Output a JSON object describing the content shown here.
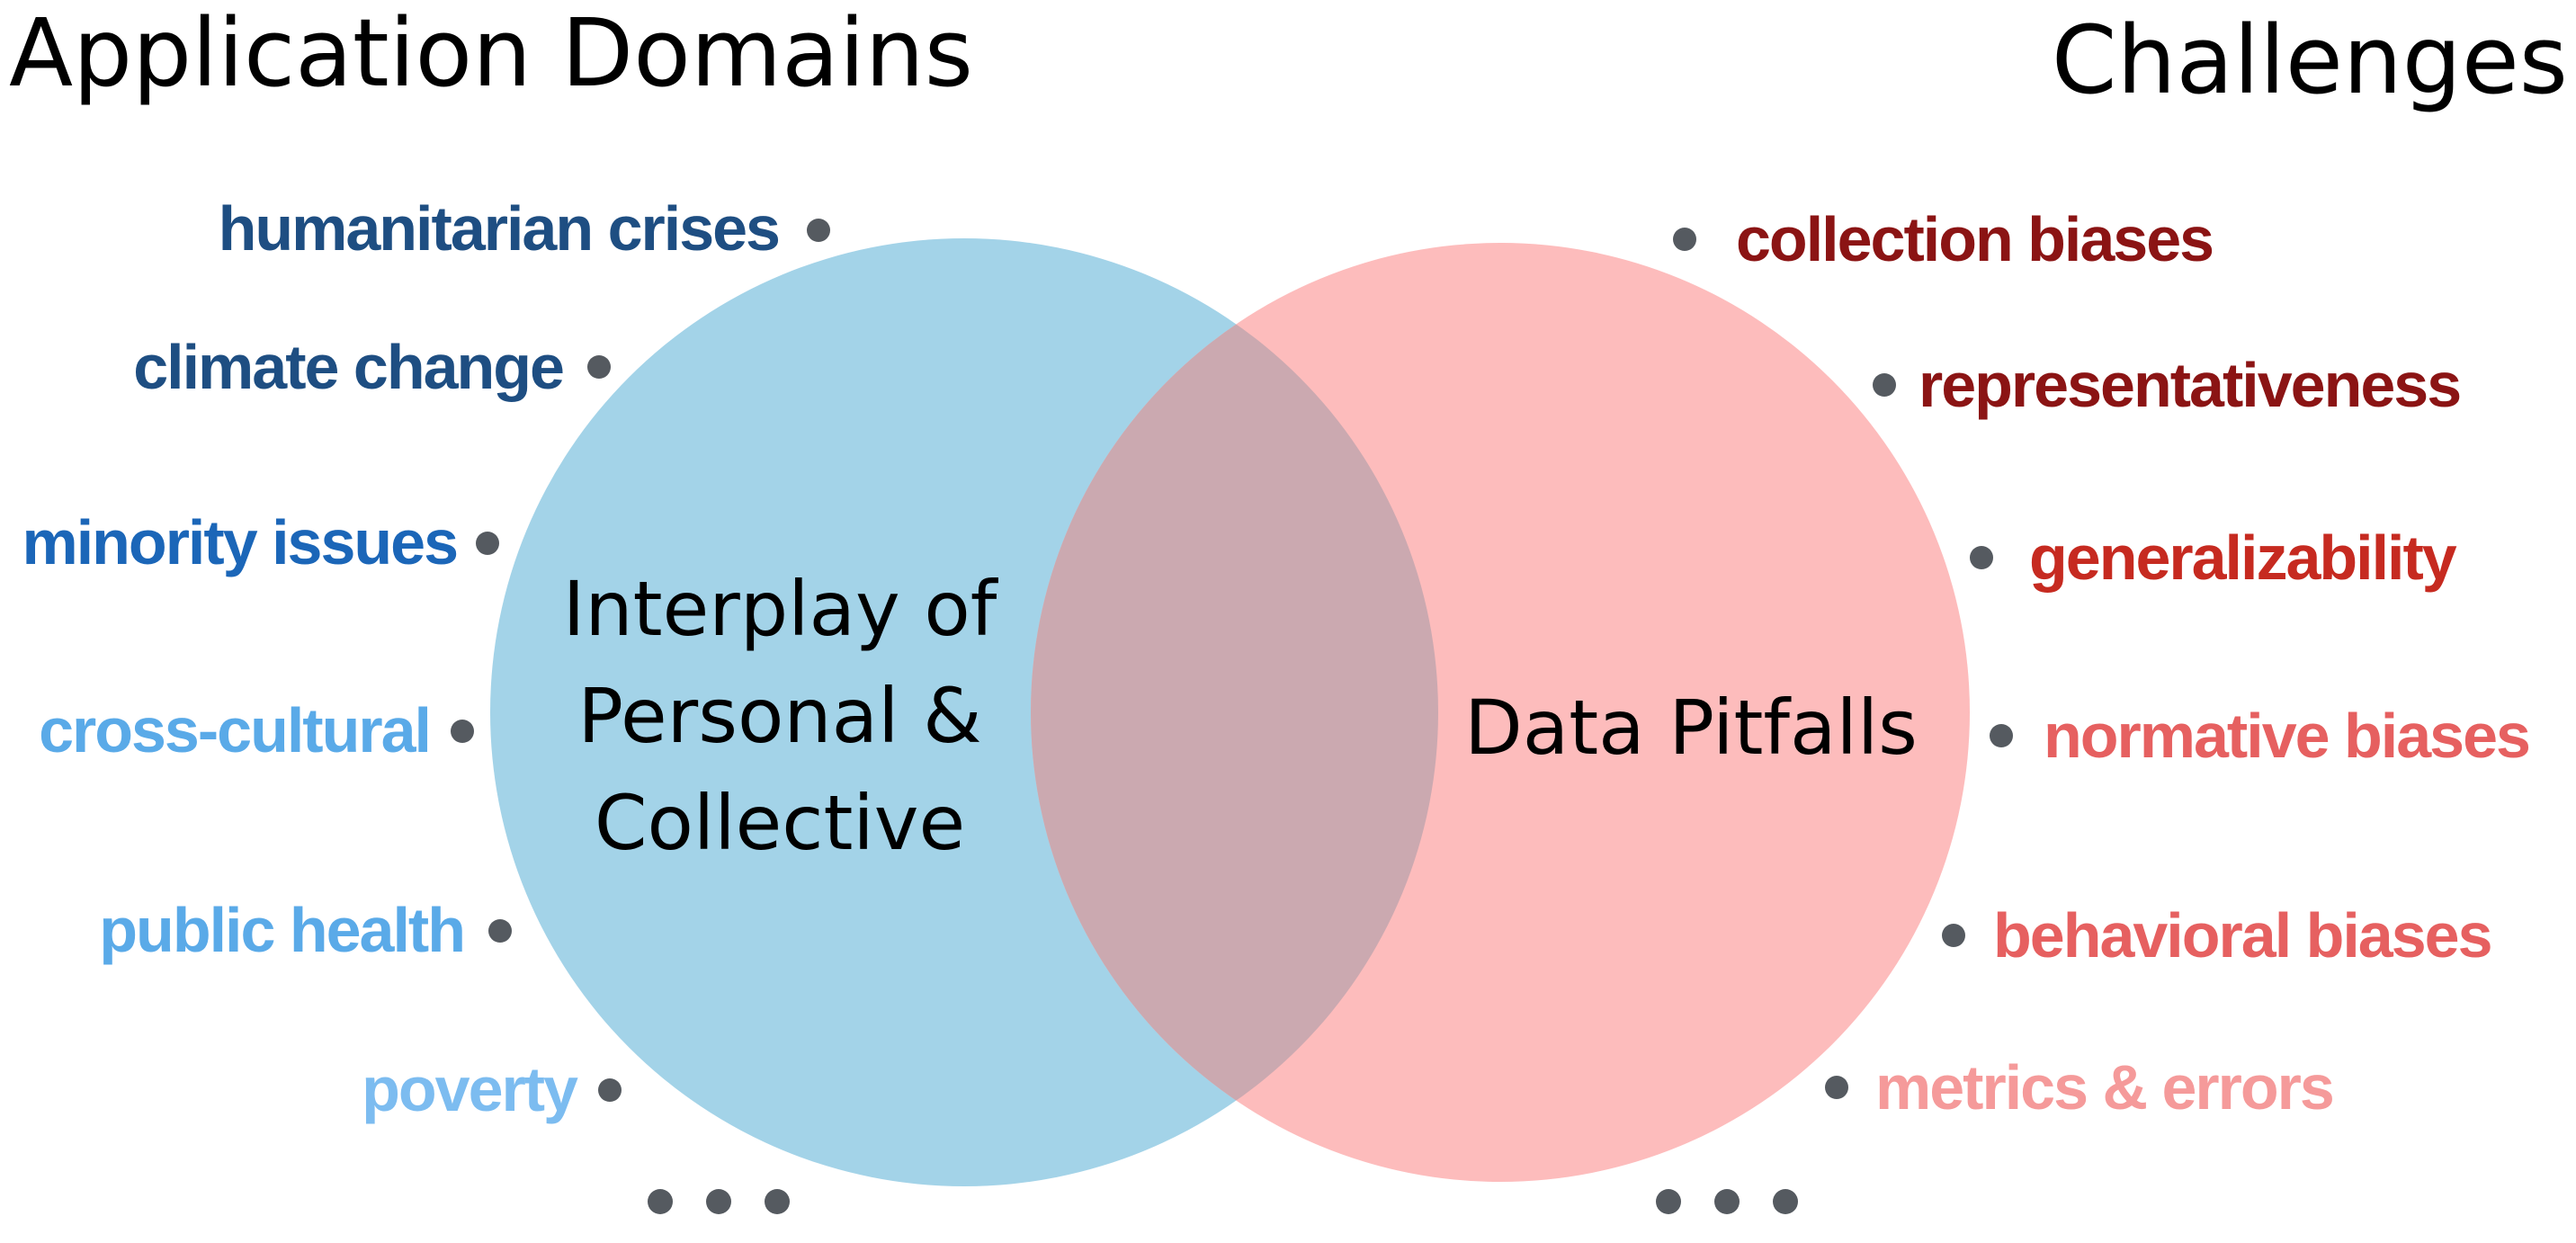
{
  "headings": {
    "left": "Application Domains",
    "right": "Challenges"
  },
  "circles": {
    "left_label": [
      "Interplay of",
      "Personal &",
      "Collective"
    ],
    "right_label": "Data Pitfalls",
    "left_color": "#a3d3e8",
    "right_color": "#fdbcbc",
    "overlap_color": "#cba9b0"
  },
  "domains": [
    {
      "label": "humanitarian crises",
      "color": "#1e4e82"
    },
    {
      "label": "climate change",
      "color": "#1e4e82"
    },
    {
      "label": "minority issues",
      "color": "#1b66b8"
    },
    {
      "label": "cross-cultural",
      "color": "#5aaae8"
    },
    {
      "label": "public health",
      "color": "#5aaae8"
    },
    {
      "label": "poverty",
      "color": "#7cbcf0"
    }
  ],
  "challenges": [
    {
      "label": "collection biases",
      "color": "#8b1414"
    },
    {
      "label": "representativeness",
      "color": "#8b1414"
    },
    {
      "label": "generalizability",
      "color": "#c62a20"
    },
    {
      "label": "normative biases",
      "color": "#e66060"
    },
    {
      "label": "behavioral biases",
      "color": "#e66060"
    },
    {
      "label": "metrics & errors",
      "color": "#f59a9a"
    }
  ],
  "ellipsis_icon": "ellipsis-dots"
}
